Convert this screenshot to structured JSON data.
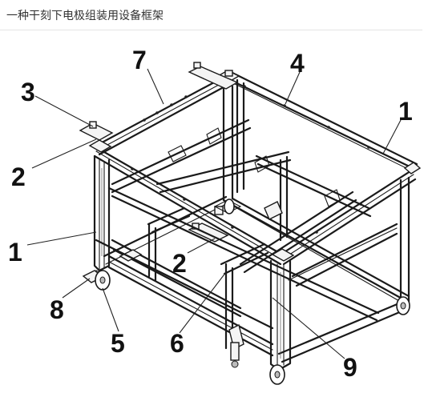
{
  "title": "一种干刻下电极组装用设备框架",
  "callouts": [
    "7",
    "4",
    "3",
    "1",
    "2",
    "1",
    "2",
    "8",
    "5",
    "6",
    "9"
  ]
}
